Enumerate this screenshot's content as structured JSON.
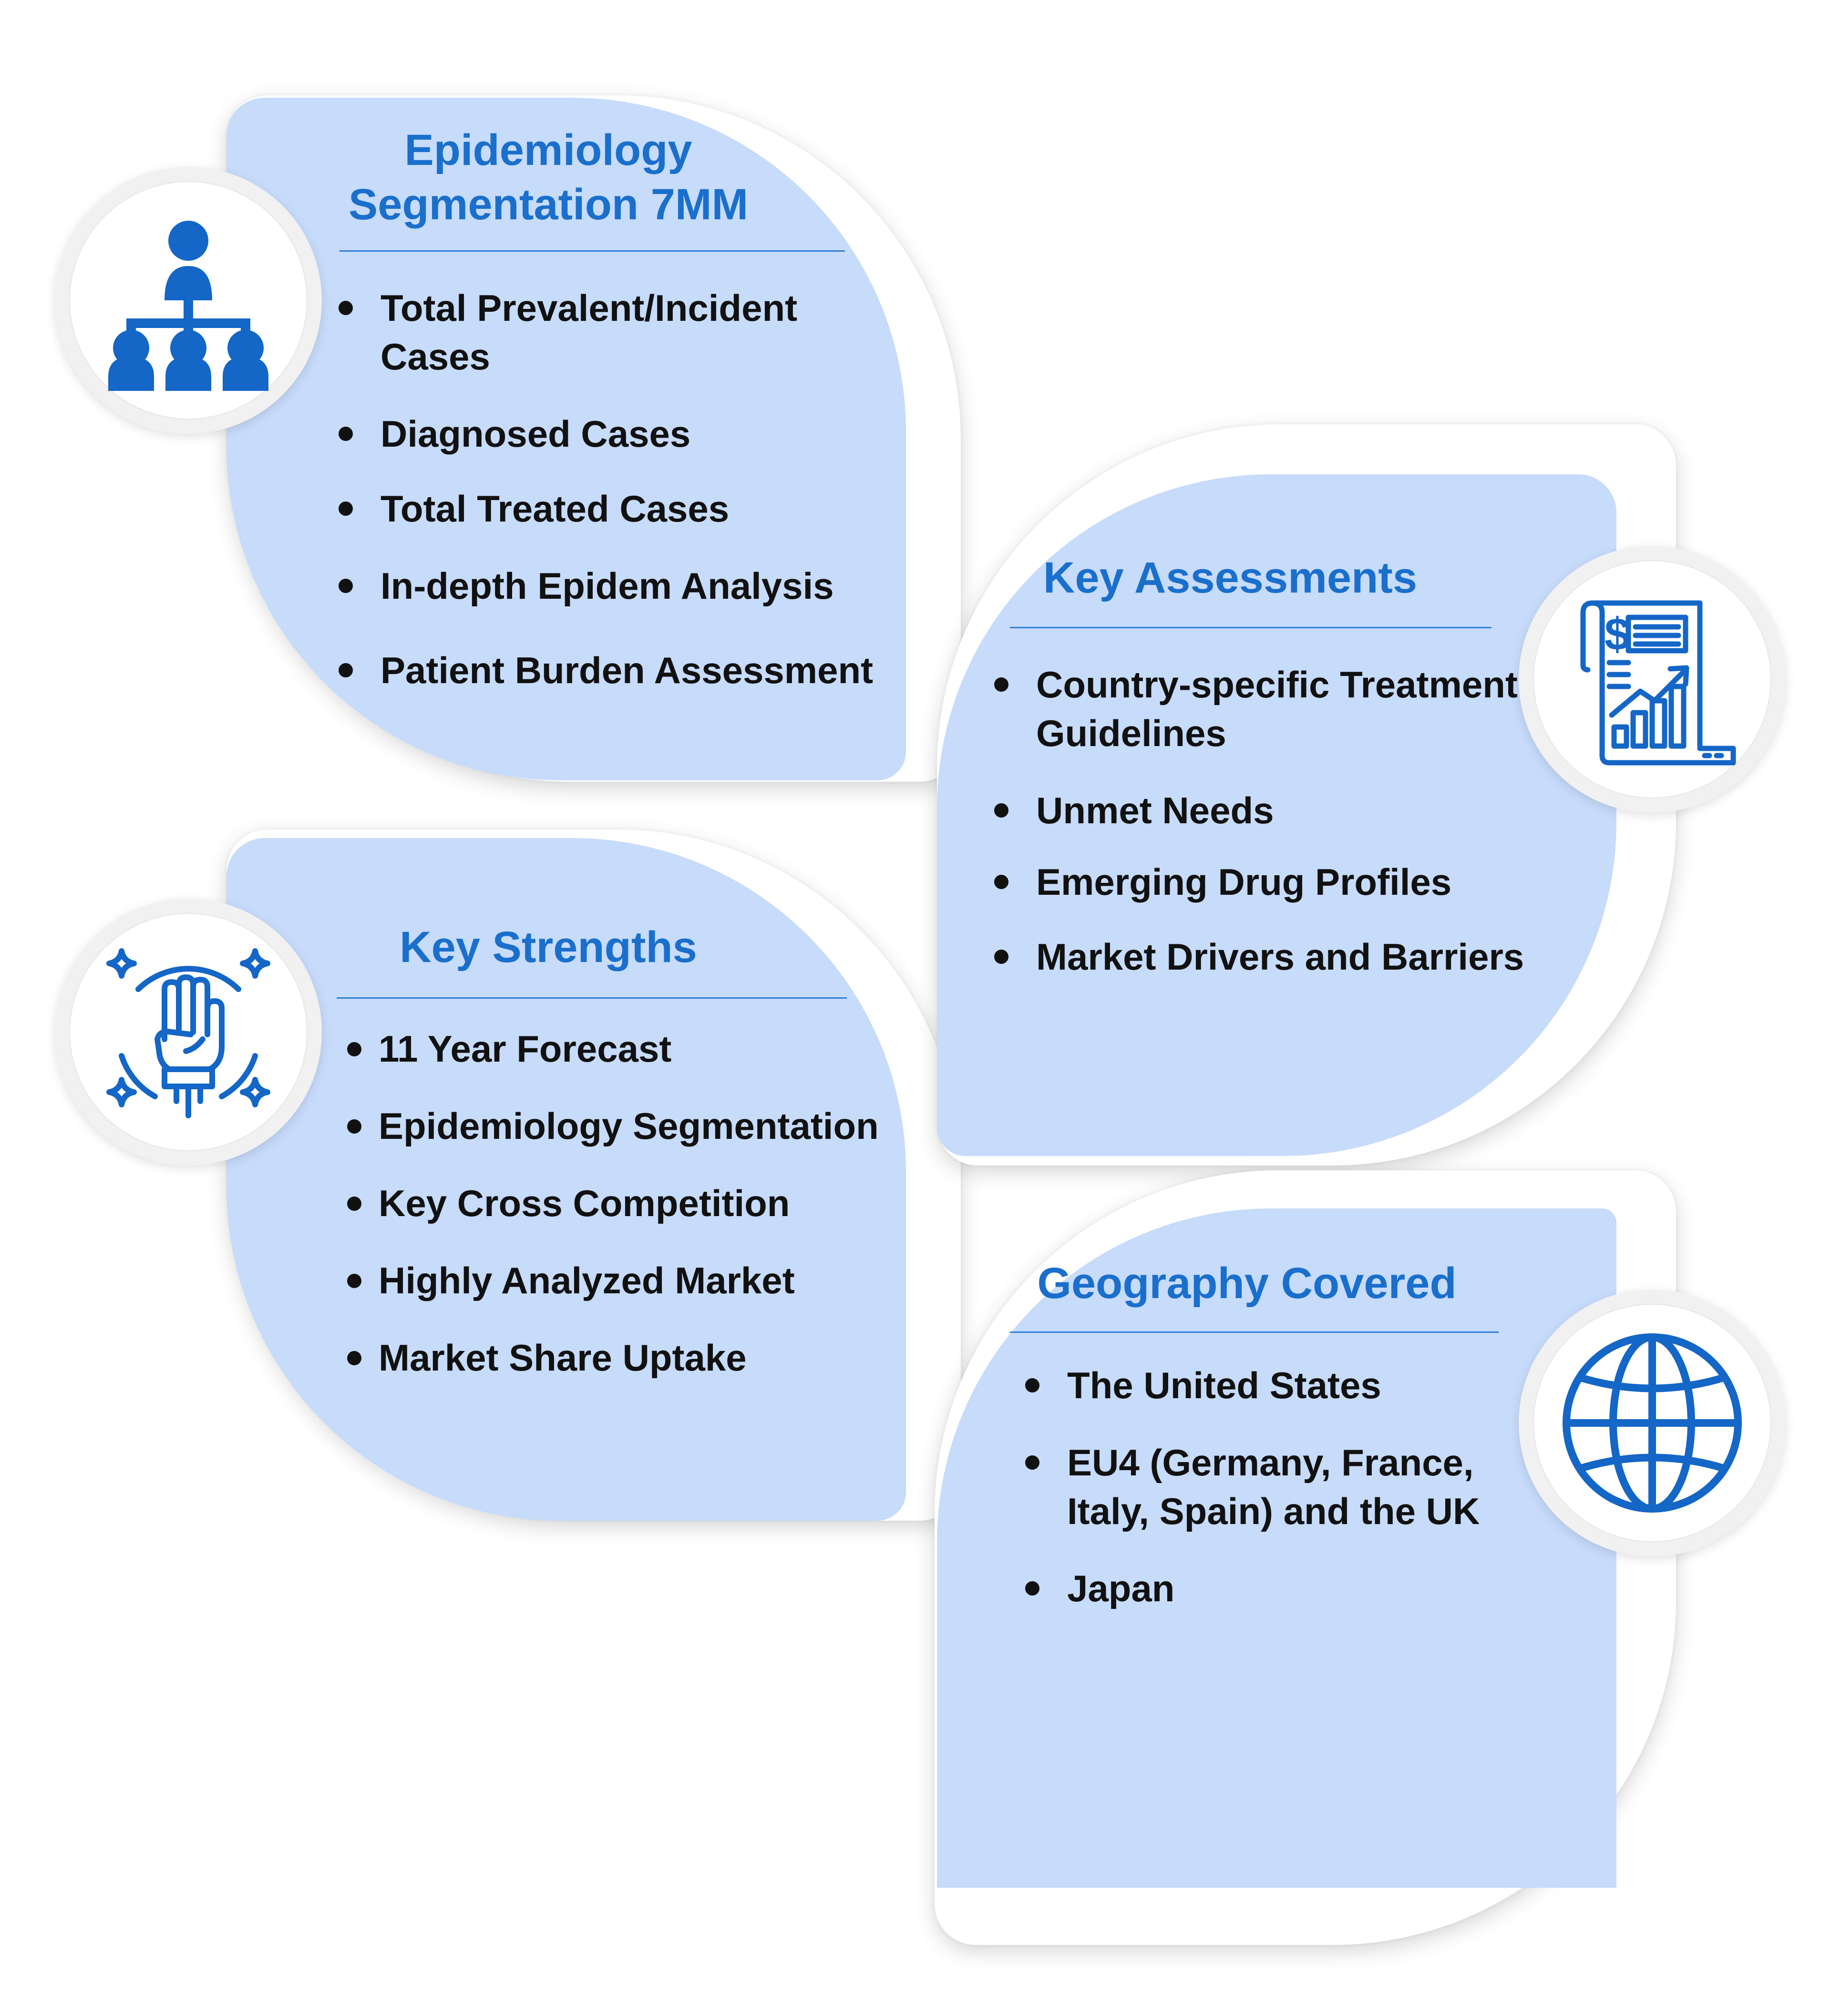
{
  "panels": [
    {
      "title_lines": [
        "Epidemiology",
        "Segmentation 7MM"
      ],
      "icon": "people-hierarchy-icon",
      "items": [
        "Total Prevalent/Incident Cases",
        "Diagnosed Cases",
        "Total Treated Cases",
        "In-depth Epidem Analysis",
        "Patient Burden Assessment"
      ]
    },
    {
      "title_lines": [
        "Key Assessments"
      ],
      "icon": "financial-report-chart-icon",
      "items": [
        "Country-specific Treatment Guidelines",
        "Unmet Needs",
        "Emerging Drug Profiles",
        "Market Drivers and Barriers"
      ]
    },
    {
      "title_lines": [
        "Key Strengths"
      ],
      "icon": "raised-fist-icon",
      "items": [
        "11 Year Forecast",
        "Epidemiology Segmentation",
        "Key Cross Competition",
        "Highly Analyzed Market",
        "Market Share Uptake"
      ]
    },
    {
      "title_lines": [
        "Geography Covered"
      ],
      "icon": "globe-icon",
      "items": [
        "The United States",
        "EU4 (Germany, France, Italy, Spain) and the UK",
        "Japan"
      ]
    }
  ],
  "colors": {
    "accent": "#1a6fcc",
    "card": "#c7dbfb",
    "text": "#111111"
  }
}
